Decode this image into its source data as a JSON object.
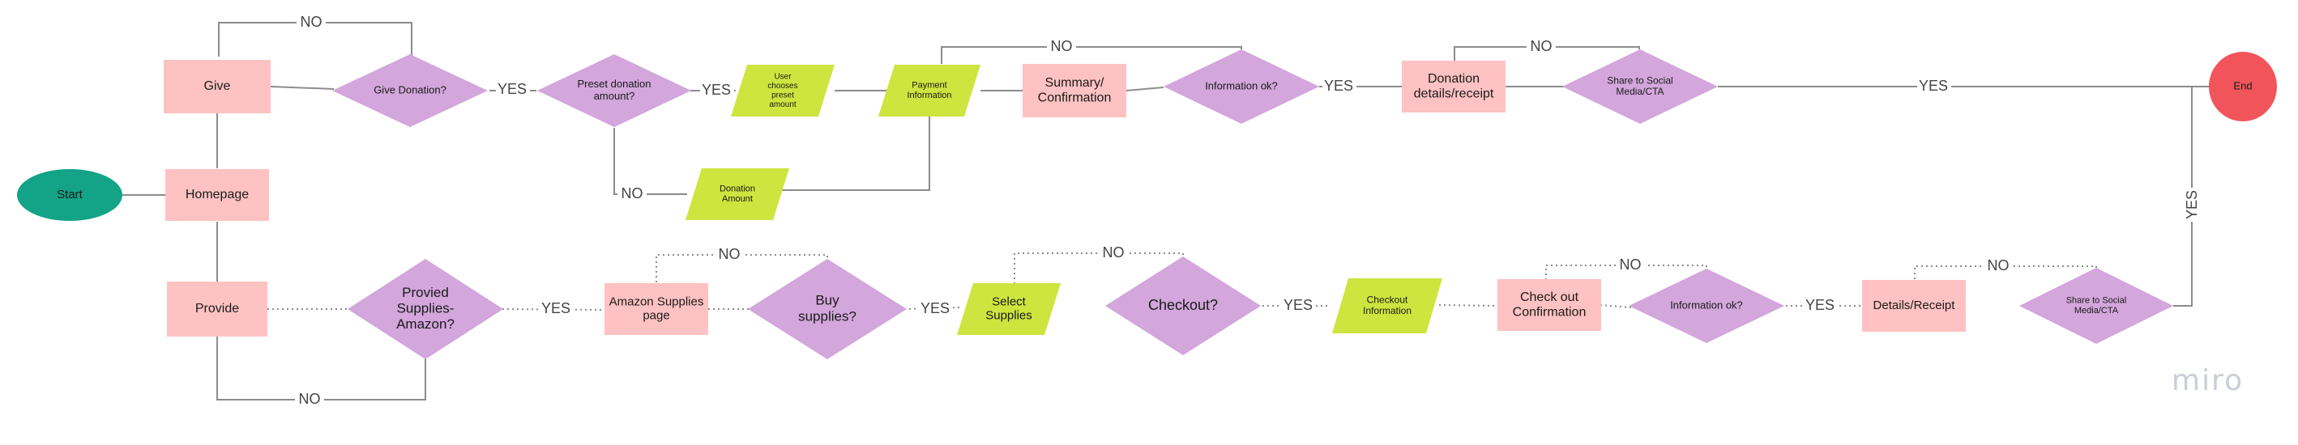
{
  "colors": {
    "process": "#ffc2c2",
    "decision": "#d3a6dc",
    "data": "#cde53e",
    "start": "#13a387",
    "end": "#f2545b",
    "line": "#8c8c8c"
  },
  "nodes": {
    "start": {
      "lines": [
        "Start"
      ]
    },
    "homepage": {
      "lines": [
        "Homepage"
      ]
    },
    "give": {
      "lines": [
        "Give"
      ]
    },
    "provide": {
      "lines": [
        "Provide"
      ]
    },
    "give_donation": {
      "lines": [
        "Give Donation?"
      ]
    },
    "preset_amount": {
      "lines": [
        "Preset donation",
        "amount?"
      ]
    },
    "user_chooses": {
      "lines": [
        "User",
        "chooses",
        "preset",
        "amount"
      ]
    },
    "donation_amount": {
      "lines": [
        "Donation",
        "Amount"
      ]
    },
    "payment_info": {
      "lines": [
        "Payment",
        "Information"
      ]
    },
    "summary": {
      "lines": [
        "Summary/",
        "Confirmation"
      ]
    },
    "info_ok_1": {
      "lines": [
        "Information ok?"
      ]
    },
    "donation_details": {
      "lines": [
        "Donation",
        "details/receipt"
      ]
    },
    "share_1": {
      "lines": [
        "Share to Social",
        "Media/CTA"
      ]
    },
    "end": {
      "lines": [
        "End"
      ]
    },
    "provided_supplies": {
      "lines": [
        "Provied",
        "Supplies-",
        "Amazon?"
      ]
    },
    "amazon_page": {
      "lines": [
        "Amazon Supplies",
        "page"
      ]
    },
    "buy_supplies": {
      "lines": [
        "Buy",
        "supplies?"
      ]
    },
    "select_supplies": {
      "lines": [
        "Select",
        "Supplies"
      ]
    },
    "checkout_q": {
      "lines": [
        "Checkout?"
      ]
    },
    "checkout_info": {
      "lines": [
        "Checkout",
        "Information"
      ]
    },
    "checkout_confirm": {
      "lines": [
        "Check out",
        "Confirmation"
      ]
    },
    "info_ok_2": {
      "lines": [
        "Information ok?"
      ]
    },
    "details_receipt": {
      "lines": [
        "Details/Receipt"
      ]
    },
    "share_2": {
      "lines": [
        "Share to Social",
        "Media/CTA"
      ]
    }
  },
  "edge_labels": {
    "give_loop_no": "NO",
    "give_donation_yes": "YES",
    "preset_yes": "YES",
    "preset_no": "NO",
    "info_ok_1_no": "NO",
    "info_ok_1_yes": "YES",
    "share_1_no": "NO",
    "share_1_yes": "YES",
    "share_2_yes": "YES",
    "provided_yes": "YES",
    "provided_no": "NO",
    "buy_no": "NO",
    "buy_yes": "YES",
    "checkout_no": "NO",
    "checkout_yes": "YES",
    "info_ok_2_no": "NO",
    "info_ok_2_yes": "YES",
    "share_2_no": "NO"
  },
  "brand": "miro"
}
